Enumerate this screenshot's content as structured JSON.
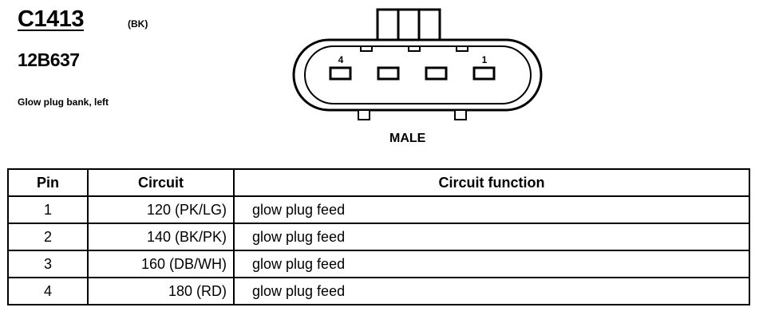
{
  "header": {
    "connector_id": "C1413",
    "color_code": "(BK)",
    "part_number": "12B637",
    "description": "Glow plug bank, left"
  },
  "connector": {
    "view": "MALE",
    "pin_labels": {
      "left": "4",
      "right": "1"
    }
  },
  "pinout": {
    "columns": [
      "Pin",
      "Circuit",
      "Circuit function"
    ],
    "rows": [
      {
        "pin": "1",
        "circuit": "120 (PK/LG)",
        "function": "glow plug feed"
      },
      {
        "pin": "2",
        "circuit": "140 (BK/PK)",
        "function": "glow plug feed"
      },
      {
        "pin": "3",
        "circuit": "160 (DB/WH)",
        "function": "glow plug feed"
      },
      {
        "pin": "4",
        "circuit": "180 (RD)",
        "function": "glow plug feed"
      }
    ]
  }
}
